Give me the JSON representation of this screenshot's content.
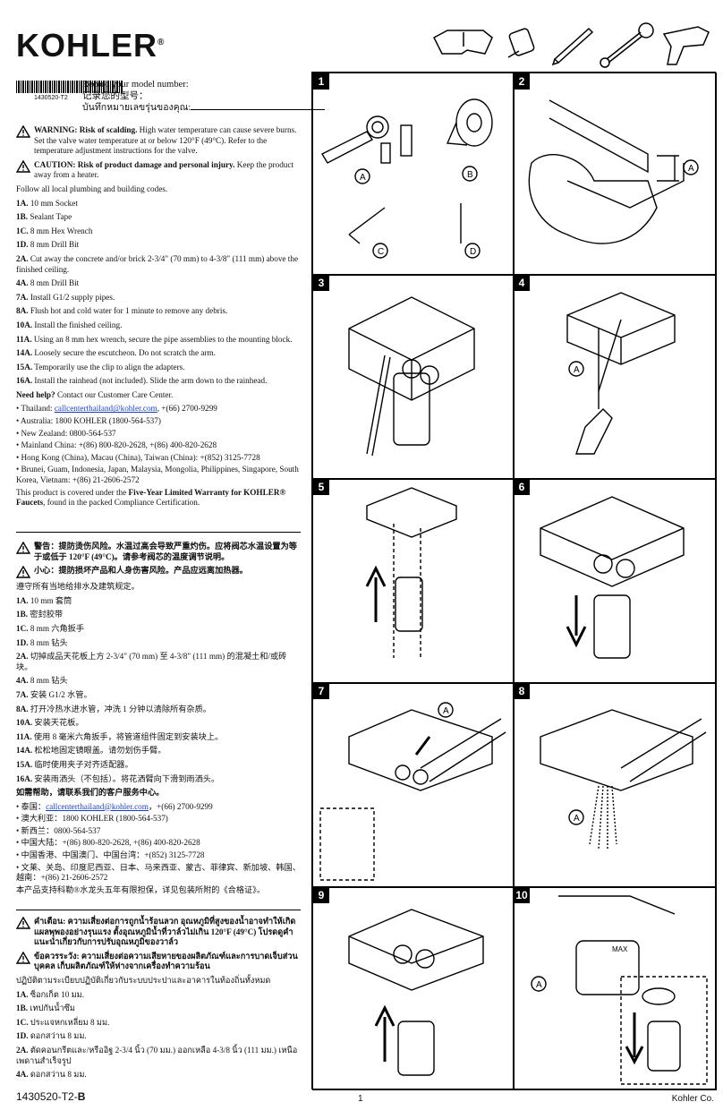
{
  "brand": "KOHLER",
  "model_code_small": "1430520-T2",
  "record": {
    "line1": "Record your model number:",
    "line2": "记录您的型号：",
    "line3": "บันทึกหมายเลขรุ่นของคุณ:"
  },
  "english": {
    "warning_head": "WARNING: Risk of scalding.",
    "warning_body": " High water temperature can cause severe burns. Set the valve water temperature at or below 120°F (49°C). Refer to the temperature adjustment instructions for the valve.",
    "caution_head": "CAUTION: Risk of product damage and personal injury.",
    "caution_body": " Keep the product away from a heater.",
    "codes": "Follow all local plumbing and building codes.",
    "steps": [
      {
        "k": "1A.",
        "t": " 10 mm Socket"
      },
      {
        "k": "1B.",
        "t": " Sealant Tape"
      },
      {
        "k": "1C.",
        "t": " 8 mm Hex Wrench"
      },
      {
        "k": "1D.",
        "t": " 8 mm Drill Bit"
      },
      {
        "k": "2A.",
        "t": " Cut away the concrete and/or brick 2-3/4\" (70 mm) to 4-3/8\" (111 mm) above the finished ceiling."
      },
      {
        "k": "4A.",
        "t": " 8 mm Drill Bit"
      },
      {
        "k": "7A.",
        "t": " Install G1/2 supply pipes."
      },
      {
        "k": "8A.",
        "t": " Flush hot and cold water for 1 minute to remove any debris."
      },
      {
        "k": "10A.",
        "t": " Install the finished ceiling."
      },
      {
        "k": "11A.",
        "t": " Using an 8 mm hex wrench, secure the pipe assemblies to the mounting block."
      },
      {
        "k": "14A.",
        "t": " Loosely secure the escutcheon. Do not scratch the arm."
      },
      {
        "k": "15A.",
        "t": " Temporarily use the clip to align the adapters."
      },
      {
        "k": "16A.",
        "t": " Install the rainhead (not included). Slide the arm down to the rainhead."
      }
    ],
    "help_head": "Need help?",
    "help_body": " Contact our Customer Care Center.",
    "contacts": [
      {
        "pre": "• Thailand: ",
        "link": "callcenterthailand@kohler.com",
        "post": ", +(66) 2700-9299"
      },
      {
        "pre": "• Australia: 1800 KOHLER (1800-564-537)",
        "link": "",
        "post": ""
      },
      {
        "pre": "• New Zealand: 0800-564-537",
        "link": "",
        "post": ""
      },
      {
        "pre": "• Mainland China: +(86) 800-820-2628, +(86) 400-820-2628",
        "link": "",
        "post": ""
      },
      {
        "pre": "• Hong Kong (China), Macau (China), Taiwan (China): +(852) 3125-7728",
        "link": "",
        "post": ""
      },
      {
        "pre": "• Brunei, Guam, Indonesia, Japan, Malaysia, Mongolia, Philippines, Singapore, South Korea, Vietnam: +(86) 21-2606-2572",
        "link": "",
        "post": ""
      }
    ],
    "warranty_pre": "This product is covered under the ",
    "warranty_bold": "Five-Year Limited Warranty for KOHLER® Faucets",
    "warranty_post": ", found in the packed Compliance Certification."
  },
  "chinese": {
    "warning": "警告：提防烫伤风险。水温过高会导致严重灼伤。应将阀芯水温设置为等于或低于 120°F (49°C)。请参考阀芯的温度调节说明。",
    "caution": "小心：提防损坏产品和人身伤害风险。产品应远离加热器。",
    "codes": "遵守所有当地给排水及建筑规定。",
    "steps": [
      {
        "k": "1A.",
        "t": " 10 mm 套筒"
      },
      {
        "k": "1B.",
        "t": " 密封胶带"
      },
      {
        "k": "1C.",
        "t": " 8 mm 六角扳手"
      },
      {
        "k": "1D.",
        "t": " 8 mm 钻头"
      },
      {
        "k": "2A.",
        "t": " 切掉成品天花板上方 2-3/4\" (70 mm) 至 4-3/8\" (111 mm) 的混凝土和/或砖块。"
      },
      {
        "k": "4A.",
        "t": " 8 mm 钻头"
      },
      {
        "k": "7A.",
        "t": " 安装 G1/2 水管。"
      },
      {
        "k": "8A.",
        "t": " 打开冷热水进水管，冲洗 1 分钟以清除所有杂质。"
      },
      {
        "k": "10A.",
        "t": " 安装天花板。"
      },
      {
        "k": "11A.",
        "t": " 使用 8 毫米六角扳手，将管道组件固定到安装块上。"
      },
      {
        "k": "14A.",
        "t": " 松松地固定镜眼盖。请勿划伤手臂。"
      },
      {
        "k": "15A.",
        "t": " 临时使用夹子对齐适配器。"
      },
      {
        "k": "16A.",
        "t": " 安装雨洒头（不包括）。将花洒臂向下滑到雨洒头。"
      }
    ],
    "help": "如需帮助，请联系我们的客户服务中心。",
    "contacts": [
      {
        "pre": "• 泰国：",
        "link": "callcenterthailand@kohler.com",
        "post": "，+(66) 2700-9299"
      },
      {
        "pre": "• 澳大利亚：1800 KOHLER (1800-564-537)",
        "link": "",
        "post": ""
      },
      {
        "pre": "• 新西兰：0800-564-537",
        "link": "",
        "post": ""
      },
      {
        "pre": "• 中国大陆：+(86) 800-820-2628, +(86) 400-820-2628",
        "link": "",
        "post": ""
      },
      {
        "pre": "• 中国香港、中国澳门、中国台湾：+(852) 3125-7728",
        "link": "",
        "post": ""
      },
      {
        "pre": "• 文莱、关岛、印度尼西亚、日本、马来西亚、蒙古、菲律宾、新加坡、韩国、越南：+(86) 21-2606-2572",
        "link": "",
        "post": ""
      }
    ],
    "warranty": "本产品支持科勒®水龙头五年有限担保，详见包装所附的《合格证》。"
  },
  "thai": {
    "warning": "คำเตือน: ความเสี่ยงต่อการถูกน้ำร้อนลวก อุณหภูมิที่สูงของน้ำอาจทำให้เกิดแผลพุพองอย่างรุนแรง ตั้งอุณหภูมิน้ำที่วาล์วไม่เกิน 120°F (49°C) โปรดดูคำแนะนำเกี่ยวกับการปรับอุณหภูมิของวาล์ว",
    "caution": "ข้อควรระวัง: ความเสี่ยงต่อความเสียหายของผลิตภัณฑ์และการบาดเจ็บส่วนบุคคล เก็บผลิตภัณฑ์ให้ห่างจากเครื่องทำความร้อน",
    "codes": "ปฏิบัติตามระเบียบปฏิบัติเกี่ยวกับระบบประปาและอาคารในท้องถิ่นทั้งหมด",
    "steps": [
      {
        "k": "1A.",
        "t": " ซ็อกเก็ต 10 มม."
      },
      {
        "k": "1B.",
        "t": " เทปกันน้ำซึม"
      },
      {
        "k": "1C.",
        "t": " ประแจหกเหลี่ยม 8 มม."
      },
      {
        "k": "1D.",
        "t": " ดอกสว่าน 8 มม."
      },
      {
        "k": "2A.",
        "t": " ตัดคอนกรีตและ/หรืออิฐ 2-3/4 นิ้ว (70 มม.) ออกเหลือ 4-3/8 นิ้ว (111 มม.) เหนือเพดานสำเร็จรูป"
      },
      {
        "k": "4A.",
        "t": " ดอกสว่าน 8 มม."
      }
    ]
  },
  "panels": [
    {
      "num": "1",
      "labels": [
        "A",
        "B",
        "C",
        "D"
      ]
    },
    {
      "num": "2",
      "labels": [
        "A"
      ]
    },
    {
      "num": "3",
      "labels": []
    },
    {
      "num": "4",
      "labels": [
        "A"
      ]
    },
    {
      "num": "5",
      "labels": []
    },
    {
      "num": "6",
      "labels": []
    },
    {
      "num": "7",
      "labels": [
        "A"
      ]
    },
    {
      "num": "8",
      "labels": [
        "A"
      ]
    },
    {
      "num": "9",
      "labels": []
    },
    {
      "num": "10",
      "labels": [
        "A"
      ],
      "max_label": "MAX"
    }
  ],
  "tool_icons": [
    "safety-glasses-icon",
    "tape-measure-icon",
    "pencil-icon",
    "wrench-icon",
    "drill-icon"
  ],
  "footer": {
    "doc_code": "1430520-T2-",
    "doc_rev": "B",
    "page": "1",
    "company": "Kohler Co."
  }
}
